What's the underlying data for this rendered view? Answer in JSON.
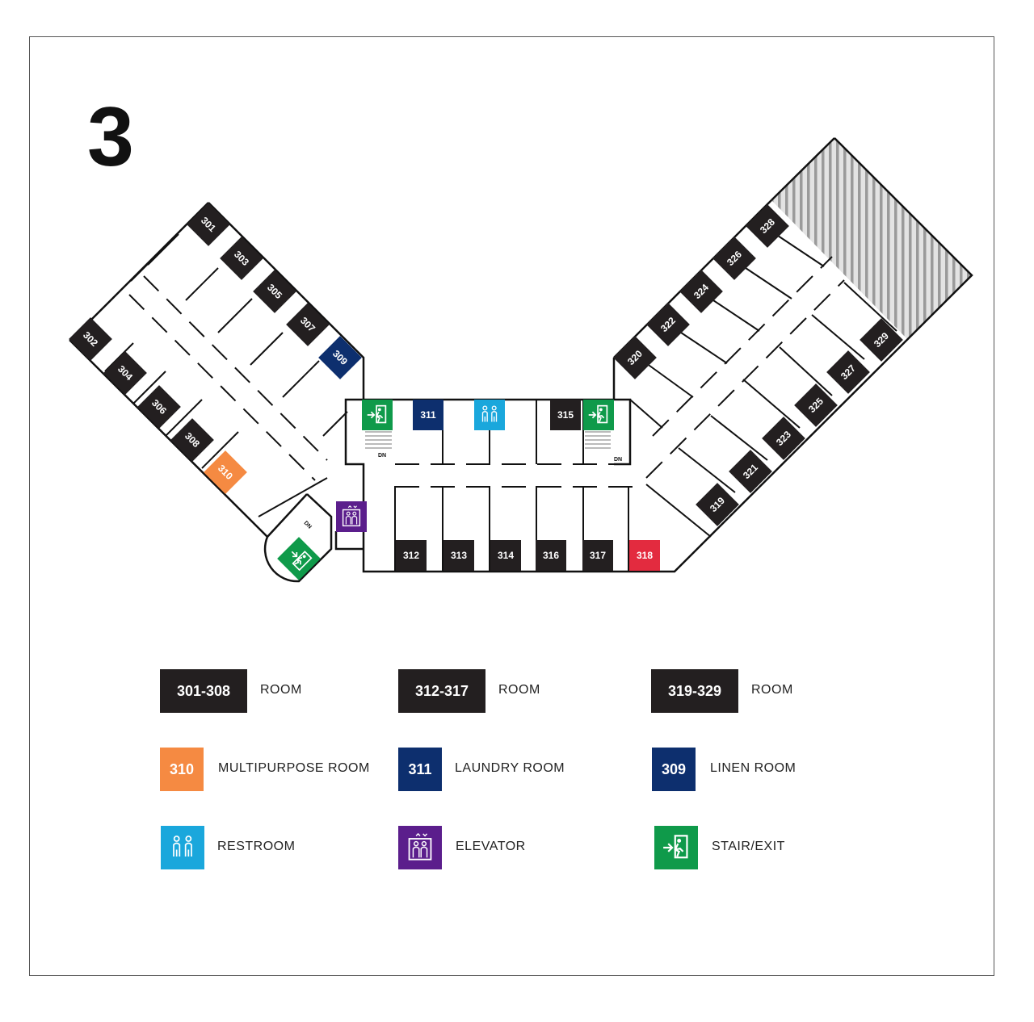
{
  "floor": {
    "number": "3"
  },
  "colors": {
    "room": "#231f20",
    "multipurpose": "#f58a42",
    "laundry": "#0d2f6e",
    "linen": "#0d2f6e",
    "restroom": "#1aa7dc",
    "elevator": "#5b1e8c",
    "stair_exit": "#0f9a4a",
    "highlight_room": "#e32b3f",
    "hatch": "#bdbdbd",
    "wall": "#111111"
  },
  "rooms": [
    {
      "id": "301",
      "color": "room"
    },
    {
      "id": "302",
      "color": "room"
    },
    {
      "id": "303",
      "color": "room"
    },
    {
      "id": "304",
      "color": "room"
    },
    {
      "id": "305",
      "color": "room"
    },
    {
      "id": "306",
      "color": "room"
    },
    {
      "id": "307",
      "color": "room"
    },
    {
      "id": "308",
      "color": "room"
    },
    {
      "id": "309",
      "color": "linen"
    },
    {
      "id": "310",
      "color": "multipurpose"
    },
    {
      "id": "311",
      "color": "laundry"
    },
    {
      "id": "312",
      "color": "room"
    },
    {
      "id": "313",
      "color": "room"
    },
    {
      "id": "314",
      "color": "room"
    },
    {
      "id": "315",
      "color": "room"
    },
    {
      "id": "316",
      "color": "room"
    },
    {
      "id": "317",
      "color": "room"
    },
    {
      "id": "318",
      "color": "highlight_room"
    },
    {
      "id": "319",
      "color": "room"
    },
    {
      "id": "320",
      "color": "room"
    },
    {
      "id": "321",
      "color": "room"
    },
    {
      "id": "322",
      "color": "room"
    },
    {
      "id": "323",
      "color": "room"
    },
    {
      "id": "324",
      "color": "room"
    },
    {
      "id": "325",
      "color": "room"
    },
    {
      "id": "326",
      "color": "room"
    },
    {
      "id": "327",
      "color": "room"
    },
    {
      "id": "328",
      "color": "room"
    },
    {
      "id": "329",
      "color": "room"
    }
  ],
  "stair_labels": {
    "dn": "DN"
  },
  "legend": [
    {
      "swatch": "301-308",
      "label": "ROOM",
      "color": "room",
      "icon": ""
    },
    {
      "swatch": "312-317",
      "label": "ROOM",
      "color": "room",
      "icon": ""
    },
    {
      "swatch": "319-329",
      "label": "ROOM",
      "color": "room",
      "icon": ""
    },
    {
      "swatch": "310",
      "label": "MULTIPURPOSE ROOM",
      "color": "multipurpose",
      "icon": ""
    },
    {
      "swatch": "311",
      "label": "LAUNDRY ROOM",
      "color": "laundry",
      "icon": ""
    },
    {
      "swatch": "309",
      "label": "LINEN ROOM",
      "color": "linen",
      "icon": ""
    },
    {
      "swatch": "",
      "label": "RESTROOM",
      "color": "restroom",
      "icon": "restroom-icon"
    },
    {
      "swatch": "",
      "label": "ELEVATOR",
      "color": "elevator",
      "icon": "elevator-icon"
    },
    {
      "swatch": "",
      "label": "STAIR/EXIT",
      "color": "stair_exit",
      "icon": "exit-icon"
    }
  ]
}
